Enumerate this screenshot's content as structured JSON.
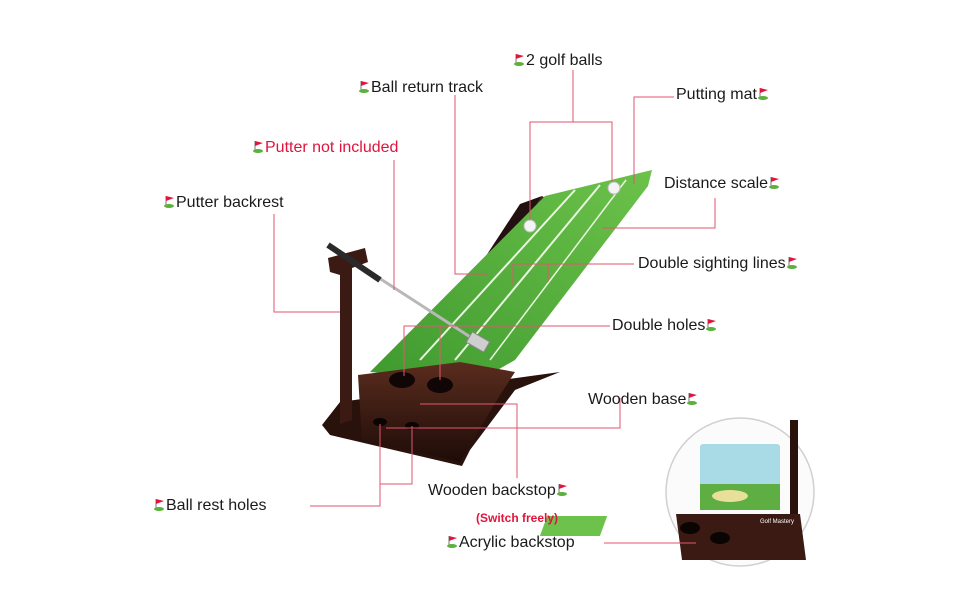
{
  "callouts": {
    "golf_balls": "2 golf balls",
    "ball_return_track": "Ball return track",
    "putting_mat": "Putting mat",
    "putter_not_included": "Putter not included",
    "distance_scale": "Distance scale",
    "putter_backrest": "Putter backrest",
    "double_sighting_lines": "Double sighting lines",
    "double_holes": "Double holes",
    "wooden_base": "Wooden base",
    "ball_rest_holes": "Ball rest holes",
    "wooden_backstop": "Wooden backstop",
    "switch_freely": "(Switch freely)",
    "acrylic_backstop": "Acrylic backstop"
  },
  "inset": {
    "brand": "Golf Mastery"
  },
  "colors": {
    "leader_line": "#e2566f",
    "highlight_text": "#e0143c",
    "mat_green": "#4fae3a",
    "wood": "#3a1a12"
  },
  "icons": [
    "golf-flag-icon"
  ]
}
